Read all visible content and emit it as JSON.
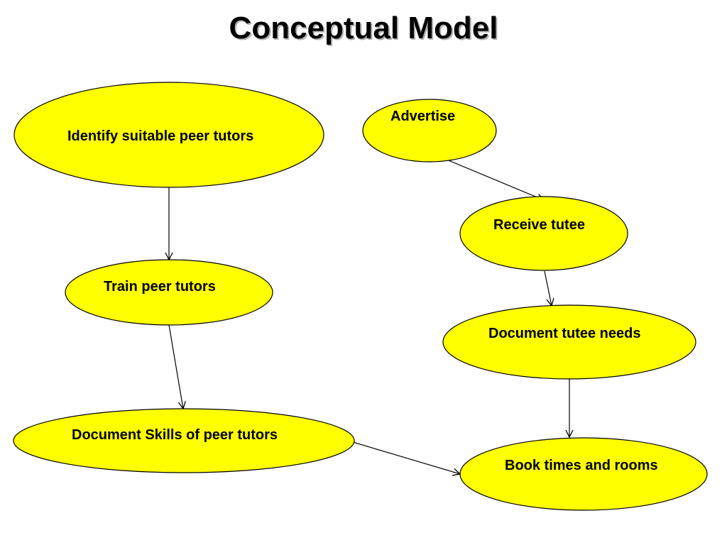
{
  "title": "Conceptual Model",
  "colors": {
    "node_fill": "#ffff00",
    "node_stroke": "#000000",
    "arrow": "#000000",
    "background": "#ffffff"
  },
  "nodes": [
    {
      "id": "identify",
      "label": "Identify suitable peer tutors"
    },
    {
      "id": "train",
      "label": "Train peer tutors"
    },
    {
      "id": "document-skills",
      "label": "Document Skills of peer tutors"
    },
    {
      "id": "advertise",
      "label": "Advertise"
    },
    {
      "id": "receive",
      "label": "Receive tutee"
    },
    {
      "id": "document-needs",
      "label": "Document tutee needs"
    },
    {
      "id": "book",
      "label": "Book times and rooms"
    }
  ],
  "edges": [
    {
      "from": "identify",
      "to": "train"
    },
    {
      "from": "train",
      "to": "document-skills"
    },
    {
      "from": "document-skills",
      "to": "book"
    },
    {
      "from": "advertise",
      "to": "receive"
    },
    {
      "from": "receive",
      "to": "document-needs"
    },
    {
      "from": "document-needs",
      "to": "book"
    }
  ]
}
